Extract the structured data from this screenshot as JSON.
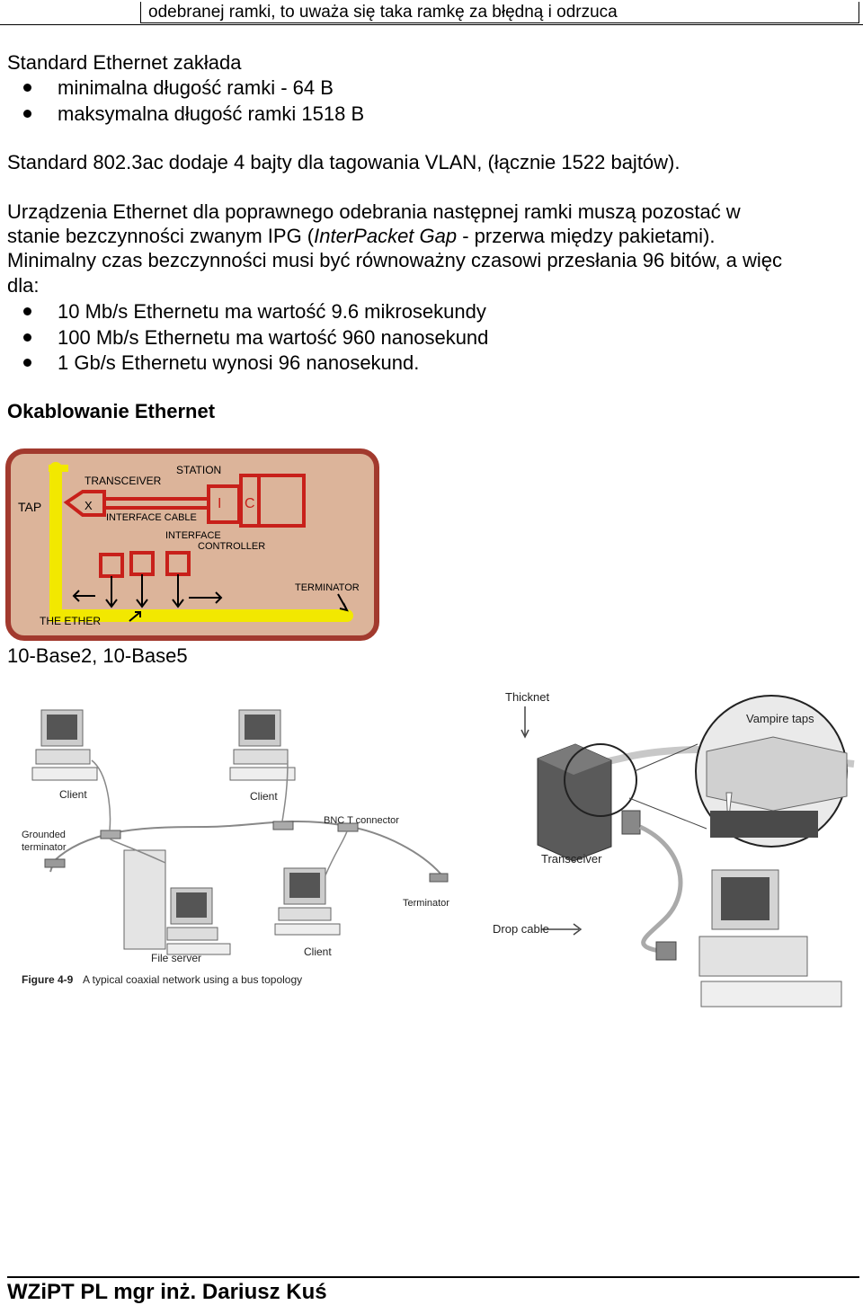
{
  "header_cell": "odebranej ramki, to uważa się taka ramkę za błędną i odrzuca",
  "standard_intro": "Standard Ethernet zakłada",
  "frame_limits": [
    "minimalna długość ramki - 64 B",
    "maksymalna długość ramki 1518 B"
  ],
  "vlan_note": "Standard 802.3ac dodaje 4 bajty dla tagowania VLAN, (łącznie 1522 bajtów).",
  "ipg": {
    "line1": "Urządzenia Ethernet dla poprawnego odebrania następnej ramki muszą pozostać w",
    "line2_pre": "stanie bezczynności zwanym IPG (",
    "line2_italic": "InterPacket Gap",
    "line2_post": " - przerwa między pakietami).",
    "line3": "Minimalny czas bezczynności musi być równoważny czasowi przesłania 96 bitów, a więc",
    "line4": "dla:",
    "items": [
      "10 Mb/s Ethernetu ma wartość 9.6 mikrosekundy",
      "100 Mb/s Ethernetu ma wartość 960 nanosekund",
      "1 Gb/s Ethernetu wynosi 96 nanosekund."
    ]
  },
  "cabling_heading": "Okablowanie Ethernet",
  "sketch_labels": {
    "transceiver": "TRANSCEIVER",
    "station": "STATION",
    "tap": "TAP",
    "x": "X",
    "interface_cable": "INTERFACE CABLE",
    "i": "I",
    "c": "C",
    "interface_controller_1": "INTERFACE",
    "interface_controller_2": "CONTROLLER",
    "terminator": "TERMINATOR",
    "ether": "THE ETHER"
  },
  "base_caption": "10-Base2, 10-Base5",
  "figure_labels": {
    "client_1": "Client",
    "client_2": "Client",
    "client_3": "Client",
    "grounded_1": "Grounded",
    "grounded_2": "terminator",
    "bnc": "BNC T connector",
    "file_server": "File server",
    "terminator": "Terminator",
    "caption_num": "Figure 4-9",
    "caption_text": "A typical coaxial network using a bus topology",
    "thicknet": "Thicknet",
    "vampire": "Vampire taps",
    "transceiver": "Transceiver",
    "drop_cable": "Drop cable"
  },
  "footer": "WZiPT PL mgr inż. Dariusz Kuś",
  "colors": {
    "sketch_bg": "#dcb49a",
    "sketch_border": "#a23a2e",
    "sketch_red": "#c8201a",
    "sketch_yellow": "#f2e800"
  }
}
